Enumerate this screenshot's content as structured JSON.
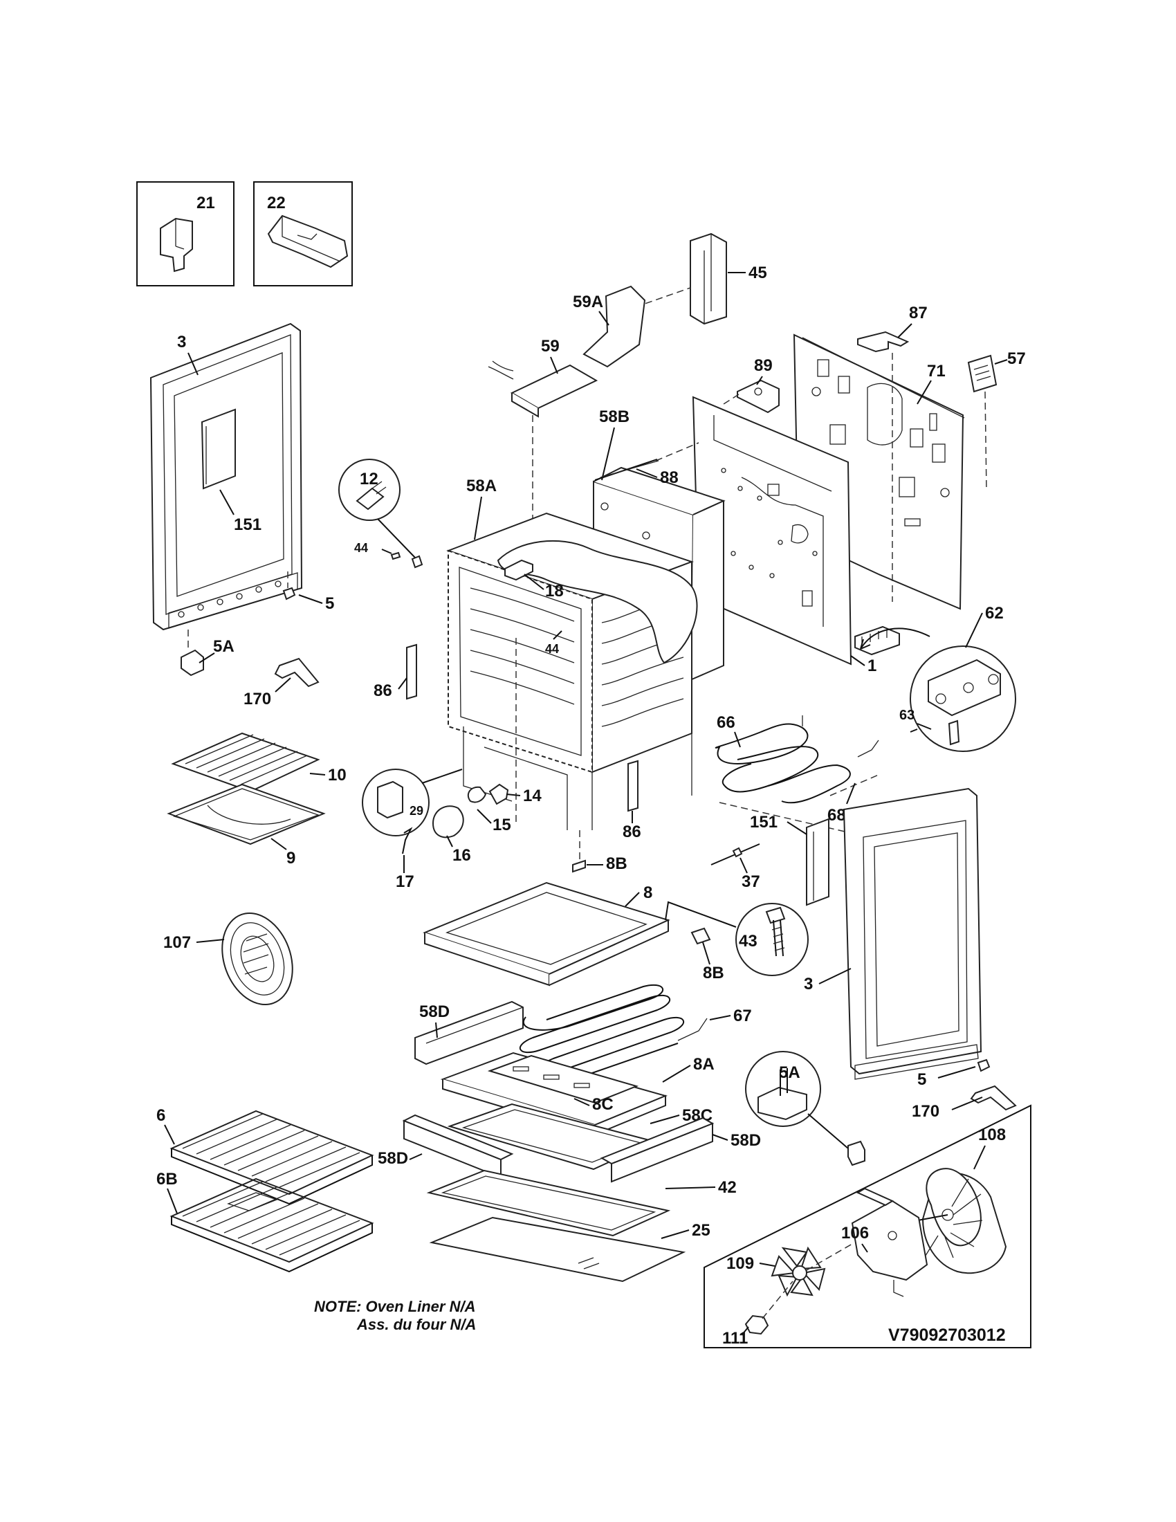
{
  "diagram": {
    "labels": {
      "p21": "21",
      "p22": "22",
      "p45": "45",
      "p59a": "59A",
      "p59": "59",
      "p87": "87",
      "p57": "57",
      "p89": "89",
      "p71": "71",
      "p3a": "3",
      "p151a": "151",
      "p58b": "58B",
      "p88": "88",
      "p12": "12",
      "p58a": "58A",
      "p44a": "44",
      "p18": "18",
      "p44b": "44",
      "p5a": "5",
      "p5aa": "5A",
      "p170a": "170",
      "p86a": "86",
      "p62": "62",
      "p1": "1",
      "p63": "63",
      "p10": "10",
      "p66": "66",
      "p29": "29",
      "p14": "14",
      "p15": "15",
      "p68": "68",
      "p9": "9",
      "p16": "16",
      "p86b": "86",
      "p17": "17",
      "p8b1": "8B",
      "p151b": "151",
      "p37": "37",
      "p8": "8",
      "p107": "107",
      "p43": "43",
      "p8b2": "8B",
      "p3b": "3",
      "p58d1": "58D",
      "p67": "67",
      "p5ab": "5A",
      "p8a": "8A",
      "p5b": "5",
      "p8c": "8C",
      "p58c": "58C",
      "p170b": "170",
      "p6": "6",
      "p108": "108",
      "p58d2": "58D",
      "p58d3": "58D",
      "p6b": "6B",
      "p42": "42",
      "p106": "106",
      "p25": "25",
      "p109": "109",
      "p111": "111"
    },
    "note_line1": "NOTE: Oven Liner N/A",
    "note_line2": "Ass. du four N/A",
    "model_number": "V79092703012"
  }
}
